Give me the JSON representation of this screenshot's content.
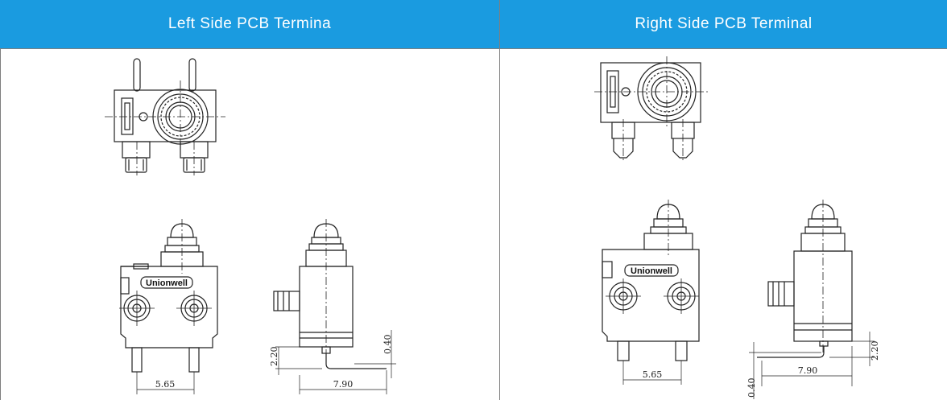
{
  "headers": {
    "left": "Left Side PCB Termina",
    "right": "Right Side PCB Terminal"
  },
  "brand_label": "Unionwell",
  "dimensions": {
    "left_width": "5.65",
    "left_height": "2.20",
    "left_offset": "0.40",
    "left_length": "7.90",
    "right_width": "5.65",
    "right_height": "2.20",
    "right_offset": "0.40",
    "right_length": "7.90"
  },
  "colors": {
    "header_bg": "#1a9be0",
    "header_text": "#ffffff",
    "line": "#222222"
  }
}
